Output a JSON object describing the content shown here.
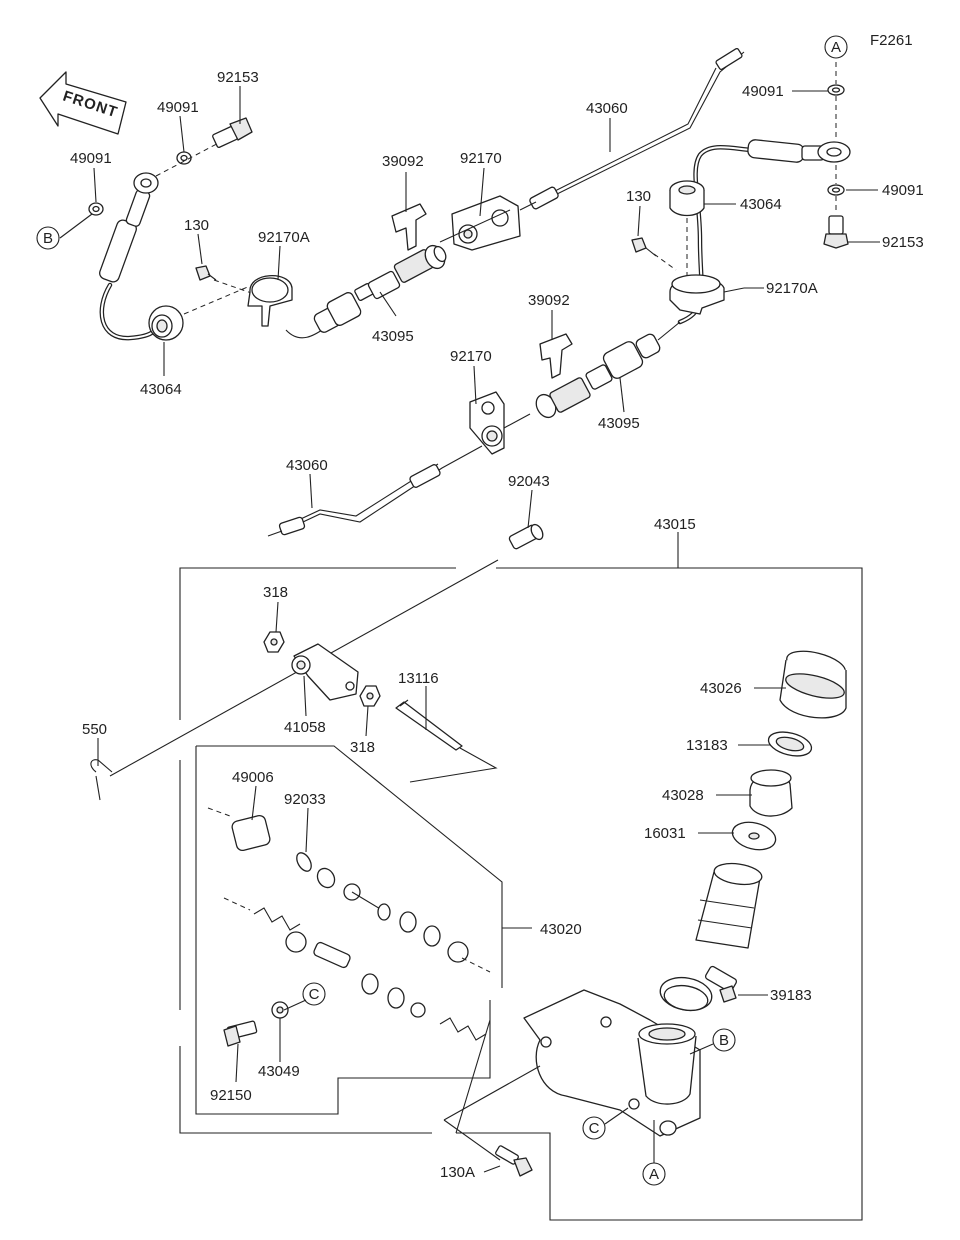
{
  "figure_code": "F2261",
  "front_label": "FRONT",
  "callouts": {
    "a_top": "A",
    "a_bottom": "A",
    "b_left": "B",
    "b_right": "B",
    "c_left": "C",
    "c_right": "C"
  },
  "parts": {
    "p92153_left": "92153",
    "p49091_upper_left": "49091",
    "p49091_left": "49091",
    "p43064_left": "43064",
    "p130_left": "130",
    "p92170A_left": "92170A",
    "p43095_upper": "43095",
    "p39092_upper": "39092",
    "p92170_upper": "92170",
    "p43060_upper": "43060",
    "p130_right": "130",
    "p43064_right": "43064",
    "p49091_top_right": "49091",
    "p49091_right": "49091",
    "p92153_right": "92153",
    "p92170A_right": "92170A",
    "p39092_lower": "39092",
    "p92170_lower": "92170",
    "p43095_lower": "43095",
    "p43060_lower": "43060",
    "p92043": "92043",
    "p43015": "43015",
    "p318_upper": "318",
    "p318_lower": "318",
    "p41058": "41058",
    "p13116": "13116",
    "p550": "550",
    "p43026": "43026",
    "p13183": "13183",
    "p43028": "43028",
    "p16031": "16031",
    "p49006": "49006",
    "p92033": "92033",
    "p43020": "43020",
    "p39183": "39183",
    "p43049": "43049",
    "p92150": "92150",
    "p130A": "130A"
  }
}
